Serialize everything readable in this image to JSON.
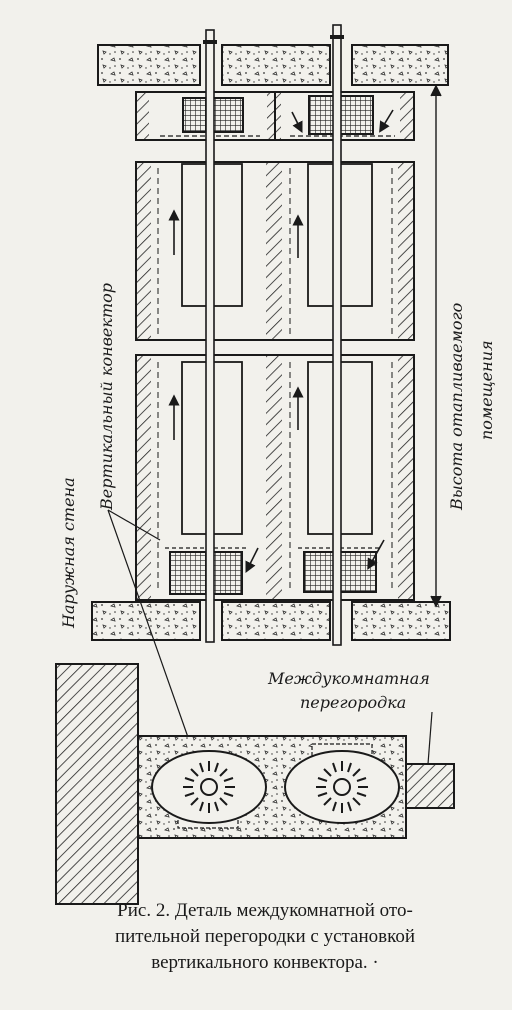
{
  "labels": {
    "outer_wall": "Наружная стена",
    "vertical_convector": "Вертикальный конвектор",
    "room_height_line1": "Высота отапливаемого",
    "room_height_line2": "помещения",
    "partition_line1": "Междукомнатная",
    "partition_line2": "перегородка"
  },
  "caption": {
    "line1": "Рис. 2. Деталь междукомнатной ото-",
    "line2": "пительной перегородки с установкой",
    "line3": "вертикального конвектора. ·"
  }
}
